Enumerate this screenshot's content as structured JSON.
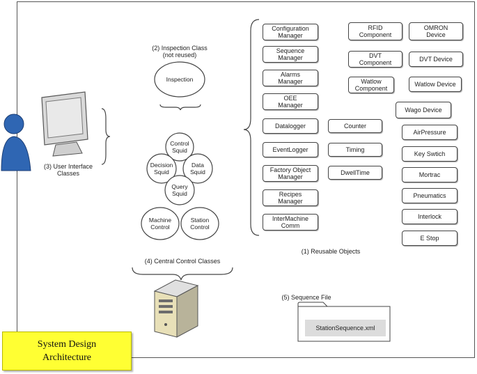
{
  "diagram": {
    "title_line1": "System Design",
    "title_line2": "Architecture",
    "ui_label": "(3) User Interface\nClasses",
    "inspection_header": "(2) Inspection Class\n(not reused)",
    "inspection_node": "Inspection",
    "squids": {
      "control": "Control\nSquid",
      "decision": "Decision\nSquid",
      "data": "Data\nSquid",
      "query": "Query\nSquid",
      "machine": "Machine\nControl",
      "station": "Station\nControl"
    },
    "central_label": "(4) Central Control Classes",
    "reusable_label": "(1) Reusable Objects",
    "sequence_file_label": "(5) Sequence File",
    "sequence_file_name": "StationSequence.xml",
    "managers": [
      "Configuration\nManager",
      "Sequence\nManager",
      "Alarms\nManager",
      "OEE\nManager",
      "Datalogger",
      "EventLogger",
      "Factory Object\nManager",
      "Recipes\nManager",
      "InterMachine\nComm"
    ],
    "utilities": [
      "Counter",
      "Timing",
      "DwellTime"
    ],
    "components": [
      "RFID\nComponent",
      "DVT\nComponent",
      "Watlow\nComponent"
    ],
    "devices": [
      "OMRON\nDevice",
      "DVT Device",
      "Watlow Device",
      "Wago Device",
      "AirPressure",
      "Key Swtich",
      "Mortrac",
      "Pneumatics",
      "Interlock",
      "E Stop"
    ]
  }
}
